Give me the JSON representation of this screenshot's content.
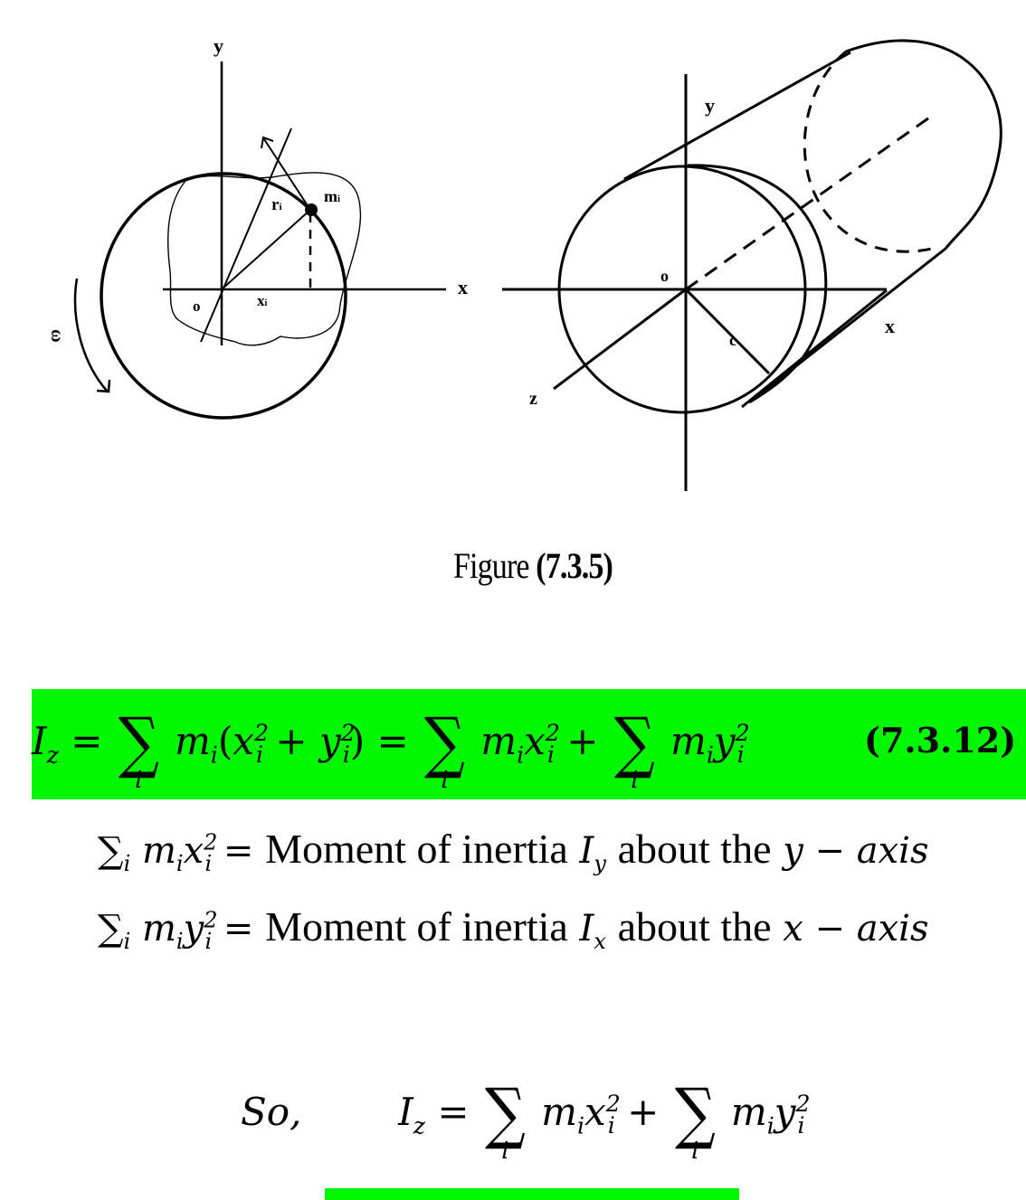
{
  "figure": {
    "left": {
      "labels": {
        "y": "y",
        "x": "x",
        "origin": "o",
        "r": "r",
        "r_sub": "i",
        "m": "m",
        "m_sub": "i",
        "xi": "x",
        "xi_sub": "i",
        "omega": "ω"
      }
    },
    "right": {
      "labels": {
        "y": "y",
        "x": "x",
        "z": "z",
        "origin": "o",
        "c": "c"
      }
    },
    "caption": {
      "prefix": "Figure",
      "number": "(7.3.5)"
    }
  },
  "equations": {
    "eq_7_3_12": {
      "lhs": "I",
      "lhs_sub": "z",
      "text": "I_z = Σ_i m_i (x_i² + y_i²) = Σ_i m_i x_i² + Σ_i m_i y_i²",
      "sum_index": "i",
      "label": "(7.3.12)",
      "highlight_color": "#00f700"
    },
    "line1": {
      "lhs": "Σ_i m_i x_i²",
      "eq": "=",
      "text": "Moment of inertia",
      "sym": "I",
      "sym_sub": "y",
      "about": "about the",
      "axis": "y − axis"
    },
    "line2": {
      "lhs": "Σ_i m_i y_i²",
      "eq": "=",
      "text": "Moment of inertia",
      "sym": "I",
      "sym_sub": "x",
      "about": "about the",
      "axis": "x − axis"
    },
    "so_line": {
      "so": "So,",
      "text": "I_z = Σ_i m_i x_i² + Σ_i m_i y_i²",
      "lhs": "I",
      "lhs_sub": "z",
      "sum_index": "i"
    },
    "eq_7_3_13_partial": {
      "highlight_color": "#00f700"
    }
  }
}
